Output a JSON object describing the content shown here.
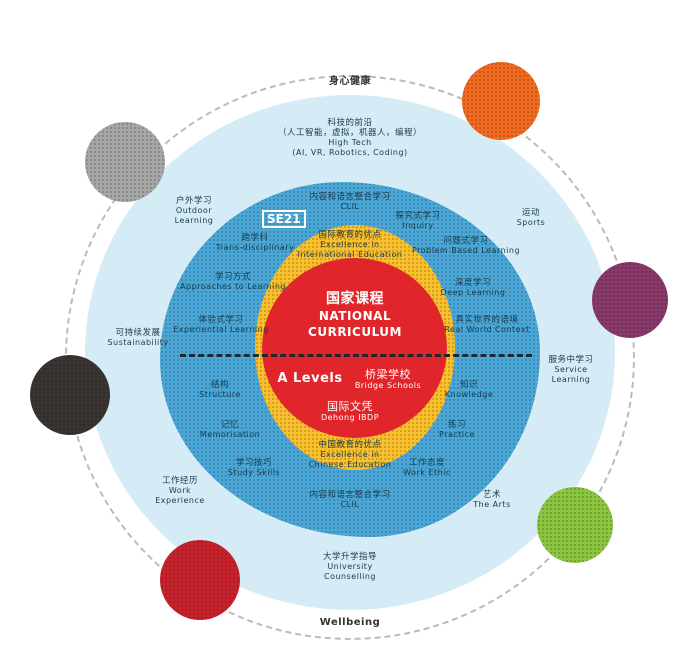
{
  "logo": "SE21",
  "core": {
    "zh": "国家课程",
    "en1": "NATIONAL",
    "en2": "CURRICULUM"
  },
  "lower_core": {
    "alevels": "A Levels",
    "bridge_zh": "桥梁学校",
    "bridge_en": "Bridge Schools",
    "ib_zh": "国际文凭",
    "ib_en": "Dehong IBDP"
  },
  "yellow": {
    "top_zh": "国际教育的优点",
    "top_en1": "Excellence in",
    "top_en2": "International Education",
    "bot_zh": "中国教育的优点",
    "bot_en1": "Excellence in",
    "bot_en2": "Chinese Education"
  },
  "blue_labels": [
    {
      "zh": "内容和语言整合学习",
      "en": "CLIL"
    },
    {
      "zh": "跨学科",
      "en": "Trans-disciplinary"
    },
    {
      "zh": "学习方式",
      "en": "Approaches to Learning"
    },
    {
      "zh": "体验式学习",
      "en": "Experiential Learning"
    },
    {
      "zh": "探究式学习",
      "en": "Inquiry"
    },
    {
      "zh": "问题式学习",
      "en": "Problem Based Learning"
    },
    {
      "zh": "深度学习",
      "en": "Deep Learning"
    },
    {
      "zh": "真实世界的语境",
      "en": "Real World Context"
    },
    {
      "zh": "结构",
      "en": "Structure"
    },
    {
      "zh": "记忆",
      "en": "Memorisation"
    },
    {
      "zh": "学习技巧",
      "en": "Study Skills"
    },
    {
      "zh": "知识",
      "en": "Knowledge"
    },
    {
      "zh": "练习",
      "en": "Practice"
    },
    {
      "zh": "工作态度",
      "en": "Work Ethic"
    },
    {
      "zh": "内容和语言整合学习",
      "en": "CLIL"
    }
  ],
  "outer_labels": [
    {
      "zh": "科技的前沿",
      "zh2": "（人工智能，虚拟，机器人，编程）",
      "en": "High Tech",
      "en2": "(AI, VR, Robotics, Coding)"
    },
    {
      "zh": "户外学习",
      "en": "Outdoor",
      "en2": "Learning"
    },
    {
      "zh": "运动",
      "en": "Sports"
    },
    {
      "zh": "可持续发展",
      "en": "Sustainability"
    },
    {
      "zh": "服务中学习",
      "en": "Service",
      "en2": "Learning"
    },
    {
      "zh": "工作经历",
      "en": "Work",
      "en2": "Experience"
    },
    {
      "zh": "艺术",
      "en": "The Arts"
    },
    {
      "zh": "大学升学指导",
      "en": "University",
      "en2": "Counselling"
    }
  ],
  "ring": {
    "top": "身心健康",
    "bottom": "Wellbeing"
  },
  "colors": {
    "gray": "#a7a7a7",
    "orange": "#f26b21",
    "purple": "#8a3a6a",
    "black": "#3a3533",
    "green": "#8dc63f",
    "red": "#c8232c",
    "lightblue": "#d5ebf5",
    "blue": "#4aa8d8",
    "yellow": "#fbc02d",
    "core": "#e0262a"
  }
}
